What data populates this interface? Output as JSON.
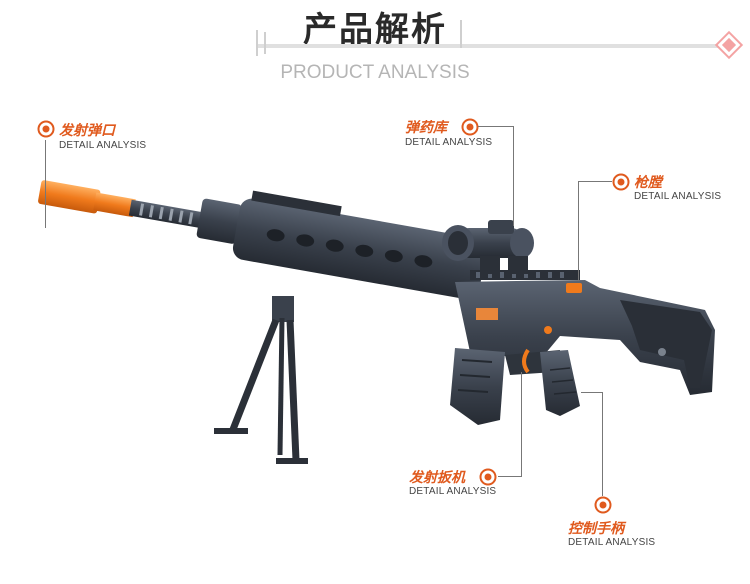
{
  "header": {
    "title": "产品解析",
    "subtitle": "PRODUCT ANALYSIS"
  },
  "colors": {
    "accent": "#e05a1e",
    "diamond": "#f4a3a3",
    "gun_body": "#3b4350",
    "tip": "#f07a1c"
  },
  "callouts": [
    {
      "id": "muzzle",
      "label": "发射弹口",
      "sub": "DETAIL ANALYSIS"
    },
    {
      "id": "magazine",
      "label": "弹药库",
      "sub": "DETAIL ANALYSIS"
    },
    {
      "id": "chamber",
      "label": "枪膛",
      "sub": "DETAIL ANALYSIS"
    },
    {
      "id": "trigger",
      "label": "发射扳机",
      "sub": "DETAIL ANALYSIS"
    },
    {
      "id": "grip",
      "label": "控制手柄",
      "sub": "DETAIL ANALYSIS"
    }
  ],
  "icons": {
    "callout": "target-icon",
    "header_ornament": "diamond-icon"
  }
}
